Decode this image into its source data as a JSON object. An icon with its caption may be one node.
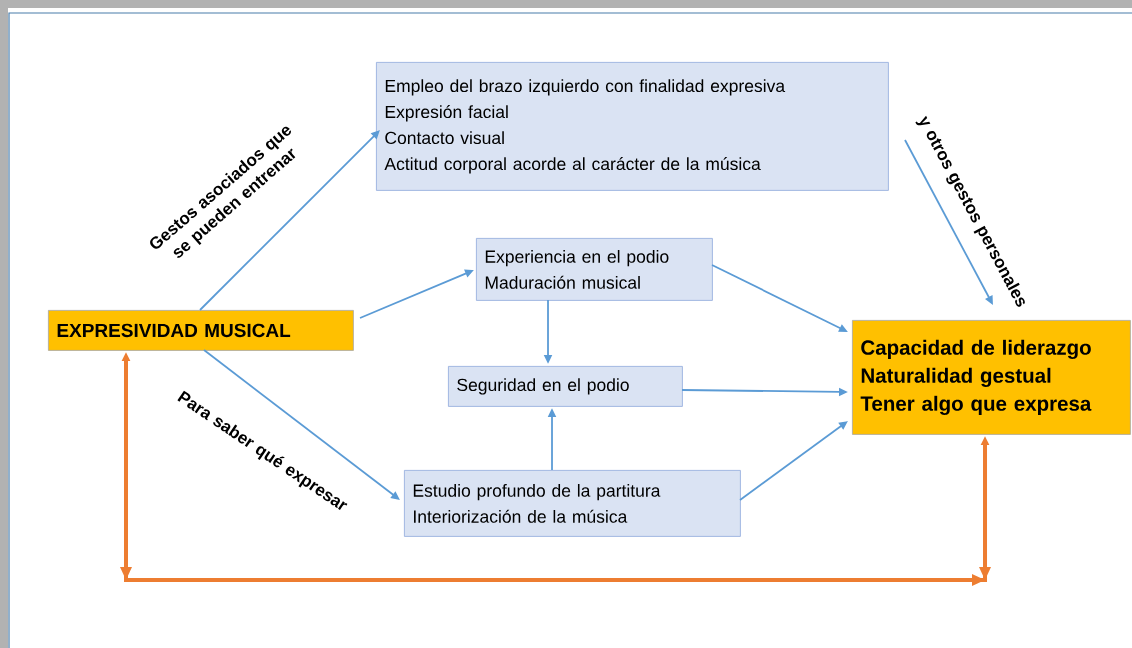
{
  "diagram": {
    "nodes": [
      {
        "text": [
          "EXPRESIVIDAD MUSICAL"
        ]
      },
      {
        "text": [
          "Empleo del brazo izquierdo con finalidad expresiva",
          "Expresión facial",
          "Contacto visual",
          "Actitud corporal acorde al carácter de la música"
        ]
      },
      {
        "text": [
          "Experiencia en el podio",
          "Maduración musical"
        ]
      },
      {
        "text": [
          "Seguridad en el podio"
        ]
      },
      {
        "text": [
          "Estudio profundo de la partitura",
          "Interiorización de la música"
        ]
      },
      {
        "text": [
          "Capacidad de liderazgo",
          "Naturalidad gestual",
          "Tener algo que expresa"
        ]
      }
    ],
    "edges": [
      {
        "from": 0,
        "to": 1,
        "arrow": "to",
        "label": "Gestos asociados que se pueden entrenar"
      },
      {
        "from": 0,
        "to": 2,
        "arrow": "to"
      },
      {
        "from": 0,
        "to": 4,
        "arrow": "to",
        "label": "Para saber qué expresar"
      },
      {
        "from": 1,
        "to": 5,
        "arrow": "to",
        "label": "y otros gestos personales"
      },
      {
        "from": 2,
        "to": 3,
        "arrow": "to"
      },
      {
        "from": 4,
        "to": 3,
        "arrow": "to"
      },
      {
        "from": 2,
        "to": 5,
        "arrow": "to"
      },
      {
        "from": 3,
        "to": 5,
        "arrow": "to"
      },
      {
        "from": 4,
        "to": 5,
        "arrow": "to"
      },
      {
        "from": 0,
        "to": 5,
        "arrow": "both",
        "style": "thick",
        "color": "#ed7d31"
      }
    ]
  }
}
